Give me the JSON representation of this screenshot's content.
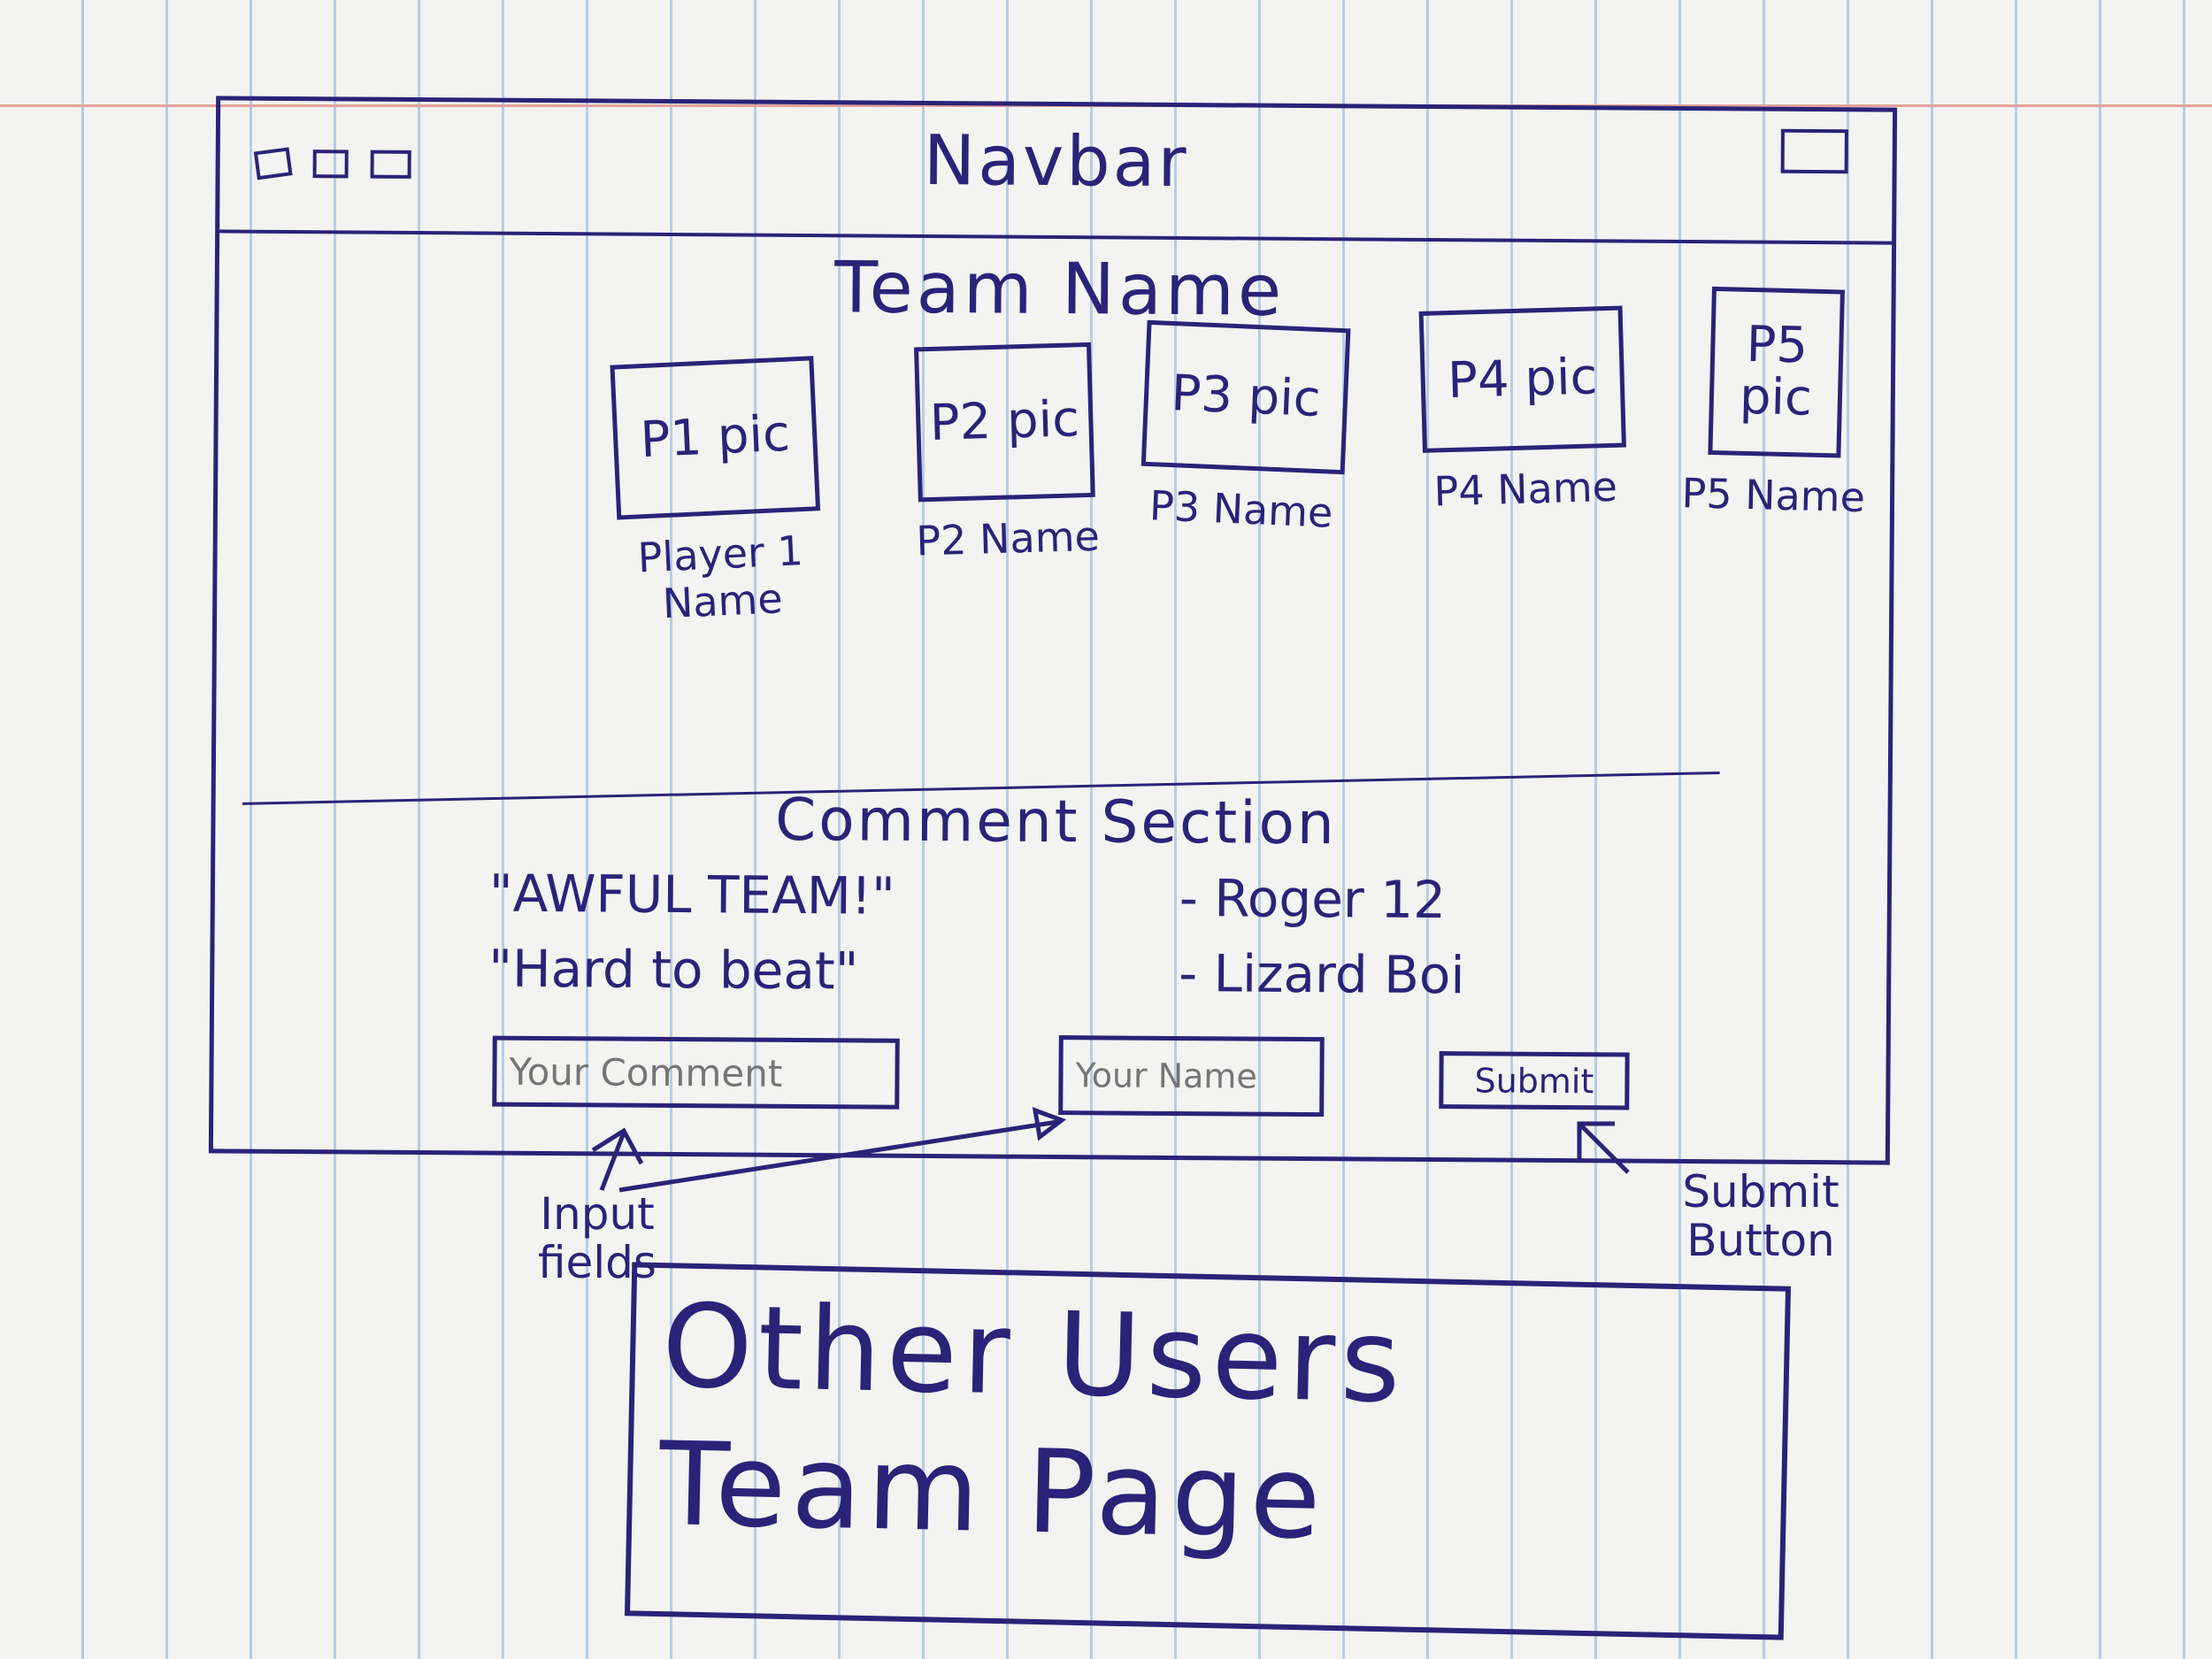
{
  "navbar": {
    "title": "Navbar",
    "controls": [
      "square-icon",
      "square-icon",
      "square-icon"
    ],
    "menu_icon": "rectangle-icon"
  },
  "team": {
    "name": "Team Name",
    "players": [
      {
        "pic": "P1 pic",
        "name": "Player 1 Name"
      },
      {
        "pic": "P2 pic",
        "name": "P2 Name"
      },
      {
        "pic": "P3 pic",
        "name": "P3 Name"
      },
      {
        "pic": "P4 pic",
        "name": "P4 Name"
      },
      {
        "pic": "P5 pic",
        "name": "P5 Name"
      }
    ]
  },
  "comments": {
    "heading": "Comment Section",
    "items": [
      {
        "text": "\"AWFUL TEAM!\"",
        "author": "- Roger 12"
      },
      {
        "text": "\"Hard to beat\"",
        "author": "- Lizard Boi"
      }
    ],
    "comment_placeholder": "Your Comment",
    "name_placeholder": "Your Name",
    "submit_label": "Submit"
  },
  "annotations": {
    "input_fields": "Input fields",
    "submit_button": "Submit Button"
  },
  "other_page": {
    "label": "Other Users Team Page"
  },
  "colors": {
    "ink": "#2a2378",
    "paper": "#f3f3f1",
    "rule_blue": "#b7cde6",
    "margin_red": "#e3a39a"
  }
}
